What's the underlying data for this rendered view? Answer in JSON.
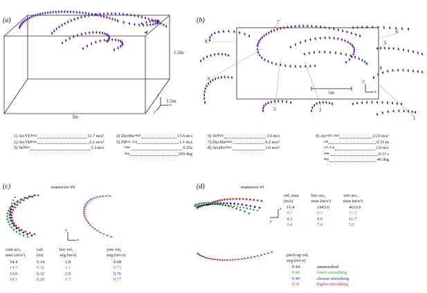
{
  "panels": {
    "a": "(a)",
    "b": "(b)",
    "c": "(c)",
    "d": "(d)"
  },
  "panel_a": {
    "dim_height": "1.5m",
    "dim_depth": "1.5m",
    "dim_width": "3m",
    "axes": {
      "z": "z",
      "x": "x",
      "y": "y"
    }
  },
  "panel_b": {
    "scale": "1m",
    "axes": {
      "y": "y",
      "x": "x"
    },
    "maneuver_numbers": [
      "7",
      "6",
      "8",
      "5",
      "4",
      "9",
      "3",
      "2",
      "1"
    ]
  },
  "stats": {
    "col1": [
      {
        "name": "1) AccVU",
        "sub": "max",
        "val": "11.7 m/s²"
      },
      {
        "name": "2) AccVD",
        "sub": "max",
        "val": "6.1 m/s²"
      },
      {
        "name": "3) Vel",
        "sub": "max",
        "val": "3.3 m/s"
      }
    ],
    "col2": [
      {
        "name": "4) DecHor",
        "sub": "max",
        "val": "13.6 m/s"
      },
      {
        "name": "5) PR",
        "sub": "vel, avg",
        "val": "1.1 m/s"
      },
      {
        "name": "",
        "sub": "time",
        "val": "0.25s"
      },
      {
        "name": "",
        "sub": "deg",
        "val": "169 deg"
      }
    ],
    "col3": [
      {
        "name": "6) Vel",
        "sub": "max",
        "val": "3.6 m/s"
      },
      {
        "name": "7) DecHor",
        "sub": "max",
        "val": "6.2 m/s²"
      },
      {
        "name": "8) AccHor",
        "sub": "max",
        "val": "3.6 m/s²"
      }
    ],
    "col4": [
      {
        "name": "9) Arc",
        "sub": "cent. max",
        "val": "13.0 m/s²"
      },
      {
        "name": "",
        "sub": "rad",
        "val": "0.31 m"
      },
      {
        "name": "",
        "sub": "vel, avg",
        "val": "2.0 m/s"
      },
      {
        "name": "",
        "sub": "time",
        "val": "0.13 s"
      },
      {
        "name": "",
        "sub": "deg",
        "val": "46 deg"
      }
    ]
  },
  "panel_c": {
    "title": "maneuver #9",
    "axes": {
      "y": "y",
      "x": "x"
    },
    "headers": {
      "cent": [
        "cent acc,",
        "max (m/s²)"
      ],
      "rad": [
        "rad",
        "(m)"
      ],
      "hor": [
        "hor vel,",
        "avg (m/s)"
      ],
      "yaw": [
        "yaw vel,",
        "avg (rev/s)"
      ]
    },
    "rows": [
      {
        "cent": "54.4",
        "rad": "0.14",
        "hor": "2.8",
        "yaw": "0.68",
        "color": "black"
      },
      {
        "cent": "14.5",
        "rad": "0.31",
        "hor": "2.1",
        "yaw": "0.73",
        "color": "green"
      },
      {
        "cent": "13.0",
        "rad": "0.32",
        "hor": "2.0",
        "yaw": "0.76",
        "color": "blue"
      },
      {
        "cent": "10.1",
        "rad": "0.28",
        "hor": "1.7",
        "yaw": "0.77",
        "color": "red"
      }
    ]
  },
  "panel_d": {
    "title": "maneuver #1",
    "axes": {
      "z": "z",
      "y": "y"
    },
    "headers": {
      "vel": [
        "vel, max",
        "(m/s)"
      ],
      "hor": [
        "hor acc,",
        "max (m/s²)"
      ],
      "vert": [
        "vert acc,",
        "max (m/s²)"
      ],
      "pitch": [
        "pitch-up vel,",
        "avg (rev/s)"
      ]
    },
    "rows": [
      {
        "vel": "16.4",
        "hor": "1943.0",
        "vert": "4633.0",
        "color": "black"
      },
      {
        "vel": "4.7",
        "hor": "9.1",
        "vert": "17.2",
        "color": "green"
      },
      {
        "vel": "4.3",
        "hor": "9.0",
        "vert": "11.7",
        "color": "blue"
      },
      {
        "vel": "3.4",
        "hor": "7.4",
        "vert": "5.2",
        "color": "red"
      }
    ],
    "pitch_rows": [
      {
        "val": "0.44",
        "label": "unsmoothed",
        "color": "black"
      },
      {
        "val": "0.46",
        "label": "lower smoothing",
        "color": "green"
      },
      {
        "val": "0.49",
        "label": "chosen smoothing",
        "color": "blue"
      },
      {
        "val": "0.51",
        "label": "higher smoothing",
        "color": "red"
      }
    ]
  },
  "colors": {
    "blue": "#2222cc",
    "red": "#dd2222",
    "green": "#22aa22",
    "black": "#111111"
  }
}
